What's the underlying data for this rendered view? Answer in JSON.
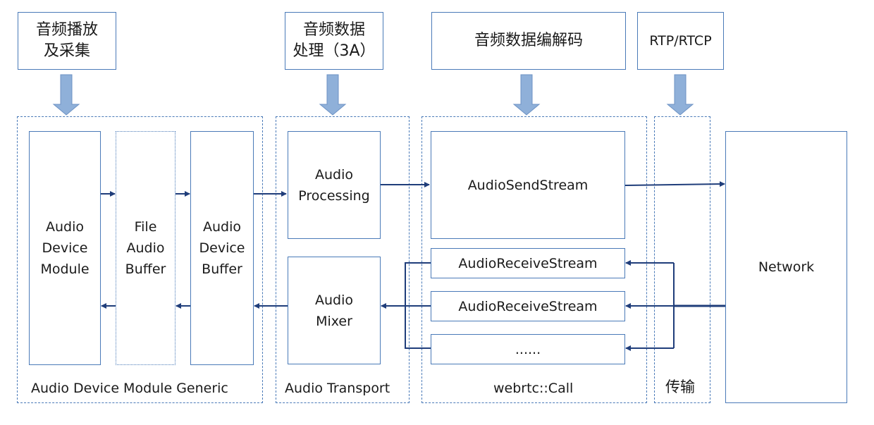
{
  "top_labels": {
    "playback_capture": "音频播放\n及采集",
    "processing_3a": "音频数据\n处理（3A）",
    "codec": "音频数据编解码",
    "rtp": "RTP/RTCP"
  },
  "groups": {
    "adm_generic": "Audio Device Module Generic",
    "audio_transport": "Audio Transport",
    "webrtc_call": "webrtc::Call",
    "transport": "传输"
  },
  "modules": {
    "audio_device_module": "Audio\nDevice\nModule",
    "file_audio_buffer": "File\nAudio\nBuffer",
    "audio_device_buffer": "Audio\nDevice\nBuffer",
    "audio_processing": "Audio\nProcessing",
    "audio_mixer": "Audio\nMixer",
    "audio_send_stream": "AudioSendStream",
    "audio_receive_stream_1": "AudioReceiveStream",
    "audio_receive_stream_2": "AudioReceiveStream",
    "more_streams": "......",
    "network": "Network"
  },
  "colors": {
    "box_border": "#4a7ab8",
    "group_border": "#4a7ab8",
    "flow_arrow": "#1f3d7a",
    "block_arrow": "#8fb0d9"
  }
}
